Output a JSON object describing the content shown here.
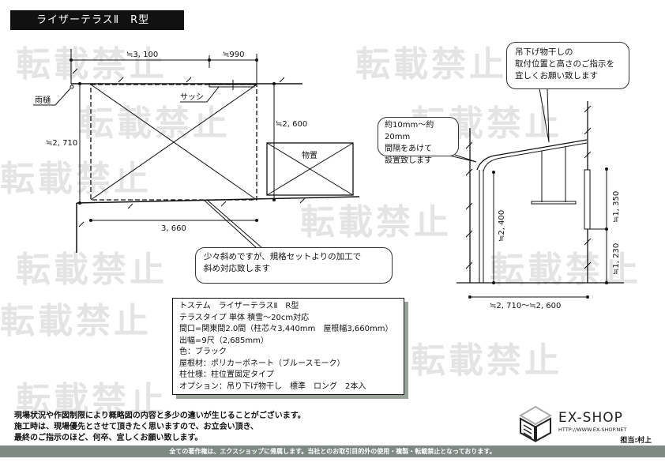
{
  "watermark": "転載禁止",
  "title": "ライザーテラスⅡ　R型",
  "plan": {
    "dim_top_left": "≒3, 100",
    "dim_top_right": "≒990",
    "dim_left": "≒2, 710",
    "dim_right": "≒2, 600",
    "dim_bottom": "3, 660",
    "label_gutter": "雨樋",
    "label_sash": "サッシ",
    "label_shed": "物置",
    "callout": [
      "少々斜めですが、規格セットよりの加工で",
      "斜め対応致します"
    ]
  },
  "section": {
    "callout_gap": [
      "約10mm～約20mm",
      "間隔をあけて",
      "設置致します"
    ],
    "callout_hanger": [
      "吊下げ物干しの",
      "取付位置と高さのご指示を",
      "宜しくお願い致します"
    ],
    "dim_height": "≒2, 400",
    "dim_upper": "≒1, 350",
    "dim_lower": "≒1, 230",
    "dim_width": "≒2, 710～≒2, 600"
  },
  "spec": [
    "トステム　ライザーテラスⅡ　R型",
    "テラスタイプ 単体 積雪～20cm対応",
    "間口=関東間2.0間（柱芯々3,440mm　屋根幅3,660mm）",
    "出幅=9尺（2,685mm）",
    "色：ブラック",
    "屋根材：ポリカーボネート（ブルースモーク）",
    "柱仕様：柱位置固定タイプ",
    "オプション：吊り下げ物干し　標準　ロング　2本入"
  ],
  "notes": [
    "現場状況や作図制限により概略図の内容と多少の違いが生じることがございます。",
    "施工時は、現場優先とさせて頂きたく思いますので、お立会い頂き、",
    "最終のご指示のほど、何卒、宜しくお願い致します。"
  ],
  "logo": {
    "brand": "EX-SHOP",
    "url": "HTTP://WWW.EX-SHOP.NET",
    "staff": "担当:村上"
  },
  "footer": "全ての著作権は、エクスショップに帰属します。当社とのお取引目的外の使用・複製・転載禁止となっております。"
}
